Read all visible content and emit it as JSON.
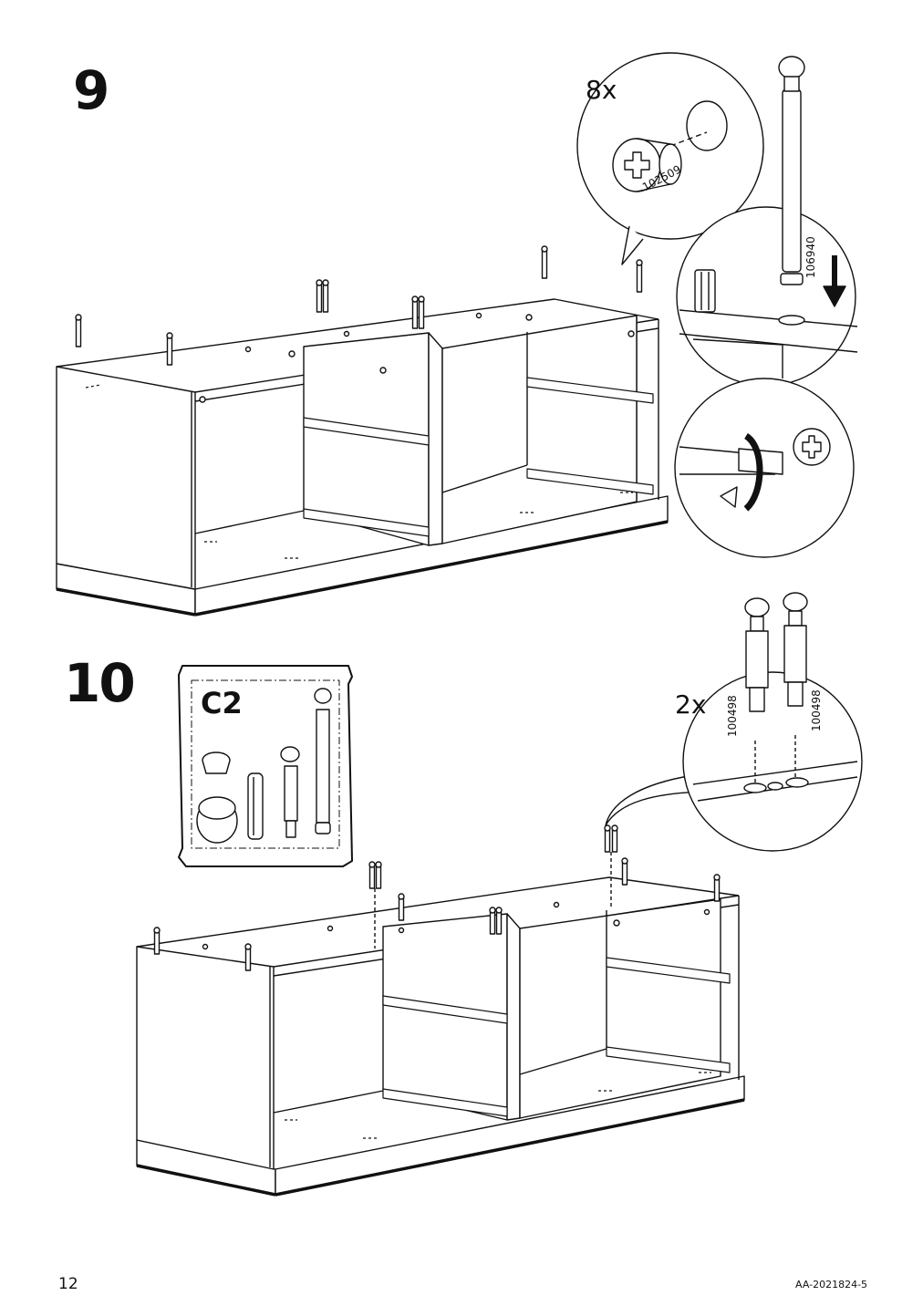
{
  "page": {
    "number": "12",
    "doc_id": "AA-2021824-5"
  },
  "step9": {
    "number": "9",
    "detail_cam": {
      "quantity": "8x",
      "part_no": "102509",
      "icon": "cam-lock-icon"
    },
    "detail_dowel": {
      "part_no": "106940",
      "icon": "dowel-insert-icon"
    },
    "detail_turn": {
      "icon": "screwdriver-turn-icon"
    }
  },
  "step10": {
    "number": "10",
    "bag": {
      "label": "C2",
      "icon": "hardware-bag-icon"
    },
    "detail_pegs": {
      "quantity": "2x",
      "part_no_left": "100498",
      "part_no_right": "100498",
      "icon": "peg-insert-icon"
    }
  }
}
